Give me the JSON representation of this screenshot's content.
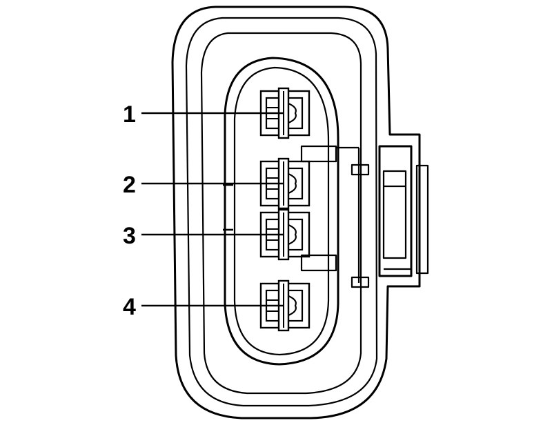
{
  "diagram": {
    "pins": [
      {
        "label": "1"
      },
      {
        "label": "2"
      },
      {
        "label": "3"
      },
      {
        "label": "4"
      }
    ]
  }
}
